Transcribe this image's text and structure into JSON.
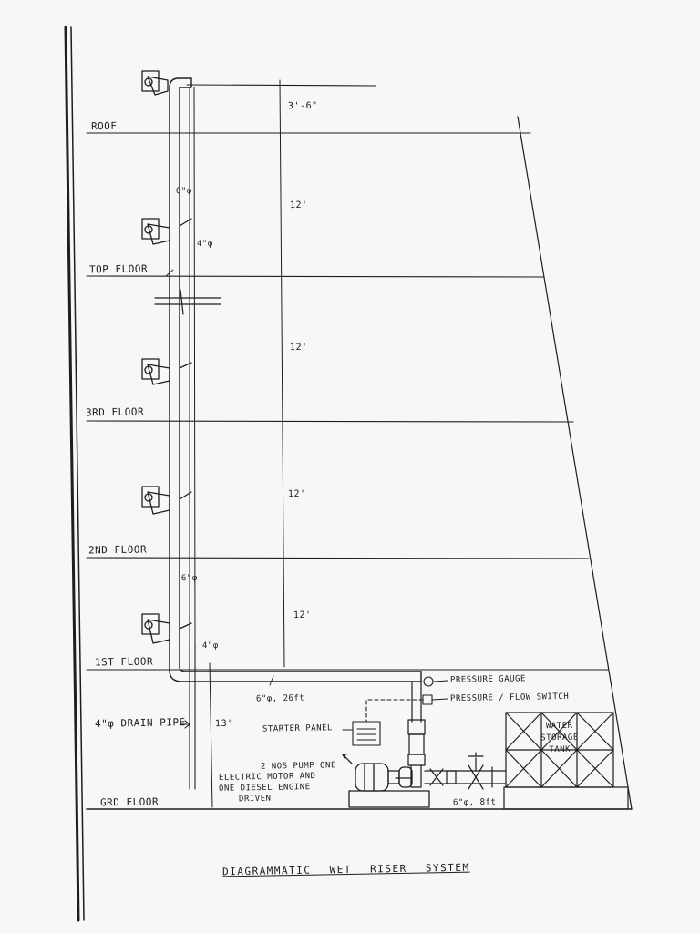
{
  "title": "DIAGRAMMATIC WET RISER SYSTEM",
  "floors": {
    "roof": "ROOF",
    "top": "TOP FLOOR",
    "third": "3RD FLOOR",
    "second": "2ND FLOOR",
    "first": "1ST FLOOR",
    "ground": "GRD FLOOR"
  },
  "dimensions": {
    "top_extension": "3'-6\"",
    "roof_to_top": "12'",
    "top_to_third": "12'",
    "third_to_second": "12'",
    "second_to_first": "12'",
    "first_to_ground": "13'"
  },
  "pipe_sizes": {
    "riser_upper": "6\"φ",
    "branch_upper": "4\"φ",
    "riser_lower": "6\"φ",
    "branch_lower": "4\"φ",
    "main_header": "6\"φ, 26ft",
    "suction": "6\"φ, 8ft"
  },
  "components": {
    "pressure_gauge": "PRESSURE GAUGE",
    "pressure_flow_switch": "PRESSURE / FLOW SWITCH",
    "starter_panel": "STARTER PANEL",
    "drain_pipe": "4\"φ DRAIN PIPE",
    "pump_line1": "2 NOS PUMP ONE",
    "pump_line2": "ELECTRIC MOTOR AND",
    "pump_line3": "ONE DIESEL ENGINE",
    "pump_line4": "DRIVEN",
    "tank_line1": "WATER",
    "tank_line2": "STORAGE",
    "tank_line3": "TANK"
  }
}
